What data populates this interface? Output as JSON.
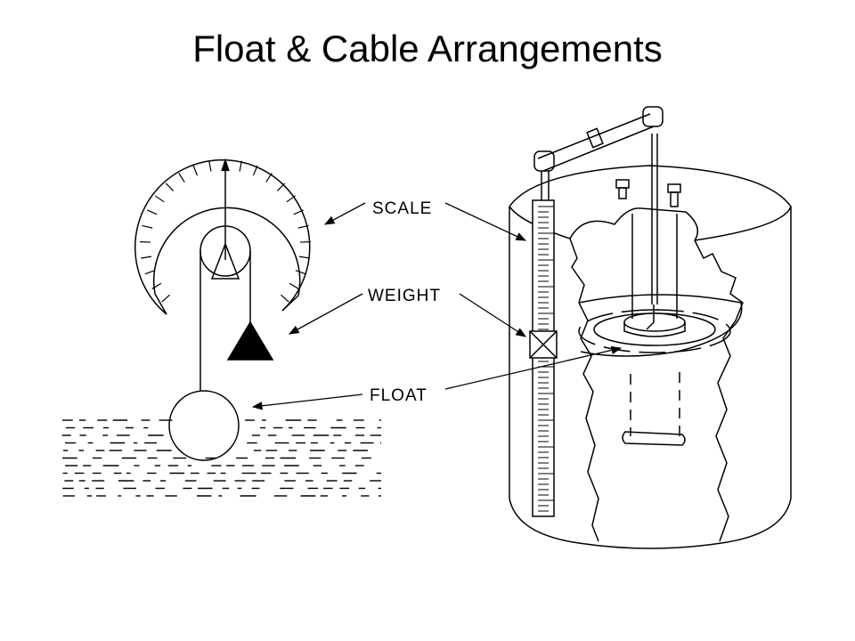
{
  "slide": {
    "title": "Float & Cable Arrangements"
  },
  "diagram": {
    "labels": {
      "scale": "SCALE",
      "weight": "WEIGHT",
      "float": "FLOAT"
    }
  }
}
